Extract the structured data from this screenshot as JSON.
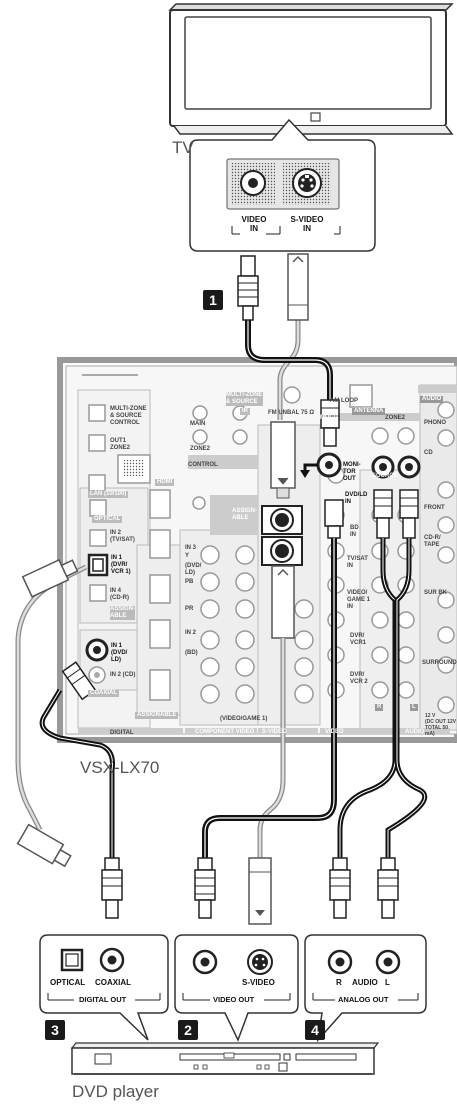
{
  "tv_label": "TV",
  "receiver_model": "VSX-LX70",
  "dvd_label": "DVD player",
  "tv_panel": {
    "video_in": "VIDEO\nIN",
    "svideo_in": "S-VIDEO\nIN"
  },
  "dvd_panels": {
    "digital_out": {
      "optical": "OPTICAL",
      "coaxial": "COAXIAL",
      "title": "DIGITAL OUT"
    },
    "video_out": {
      "svideo": "S-VIDEO",
      "title": "VIDEO OUT"
    },
    "analog_out": {
      "r": "R",
      "audio": "AUDIO",
      "l": "L",
      "title": "ANALOG OUT"
    }
  },
  "steps": [
    "1",
    "2",
    "3",
    "4"
  ],
  "receiver_labels": {
    "multi_zone_source": "MULTI-ZONE\n& SOURCE\nCONTROL",
    "out_zones": "OUT1\nZONE2",
    "lan": "LAN (10/100)",
    "optical": "OPTICAL",
    "in2_tvsat": "IN 2\n(TV/SAT)",
    "in1_dvr": "IN 1\n(DVR/\nVCR 1)",
    "in4_cd_r": "IN 4\n(CD-R)",
    "assignable_digital": "ASSIGN-\nABLE",
    "in1_dvd": "IN 1\n(DVD/\nLD)",
    "in_cd": "IN 2 (CD)",
    "coaxial": "COAXIAL",
    "assignable_bottom": "ASSIGNABLE",
    "digital": "DIGITAL",
    "component_video": "COMPONENT VIDEO",
    "hdmi": "HDMI",
    "control": "CONTROL",
    "out": "OUT",
    "in": "IN",
    "ir": "IR",
    "multi_zone_source2": "MULTI-ZONE\n& SOURCE",
    "ir_in1": "IN\n1",
    "ir_main": "MAIN",
    "ir_in2": "IN\n2",
    "ir_zone2": "ZONE2",
    "assignable_mid": "ASSIGN-\nABLE",
    "y": "Y",
    "pb": "PB",
    "pr": "PR",
    "dvd_ld": "(DVD/\nLD)",
    "bd": "(BD)",
    "video_game": "(VIDEO/GAME 1)",
    "in3": "IN 3",
    "in2": "IN 2",
    "in1": "IN 1",
    "antenna": "ANTENNA",
    "am_loop": "AM LOOP",
    "fm_unbal": "FM UNBAL 75 Ω",
    "audio": "AUDIO",
    "phono": "PHONO",
    "cd": "CD",
    "monitor_out": "MONI-\nTOR\nOUT",
    "dvd_ld_in": "DVD/LD\nIN",
    "bd_in": "BD\nIN",
    "tvsat_in": "TV/SAT\nIN",
    "video_game_in": "VIDEO/\nGAME 1\nIN",
    "dvr_vcr1": "DVR/\nVCR1",
    "dvr_vcr2": "DVR/\nVCR 2",
    "zone2": "ZONE2",
    "multi": "MULTI",
    "source": "SOURCE",
    "s_video": "S-VIDEO",
    "video": "VIDEO",
    "audio_bottom": "AUDIO",
    "in_label": "IN",
    "out_label": "OUT",
    "r": "R",
    "l": "L",
    "surround": "SURROUND",
    "sur_back": "SUR BK",
    "front": "FRONT",
    "cd_r_tape": "CD-R/\nTAPE",
    "dc_out": "12 V\n(DC OUT 12V\nTOTAL 50 mA)"
  }
}
